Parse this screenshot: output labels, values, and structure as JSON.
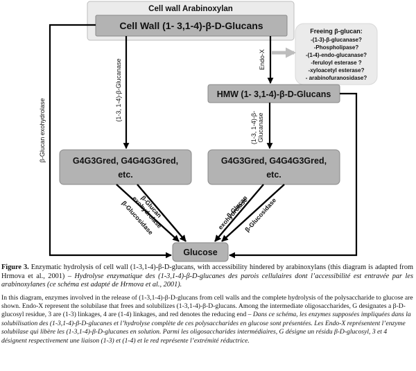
{
  "diagram": {
    "outer_title": "Cell wall Arabinoxylan",
    "top_box": "Cell Wall (1- 3,1-4)-β-D-Glucans",
    "hmw_box": "HMW (1- 3,1-4)-β-D-Glucans",
    "left_oligo_line1": "G4G3Gred, G4G4G3Gred,",
    "left_oligo_line2": "etc.",
    "right_oligo_line1": "G4G3Gred, G4G4G3Gred,",
    "right_oligo_line2": "etc.",
    "glucose_box": "Glucose",
    "freeing": {
      "title": "Freeing β-glucan:",
      "items": [
        "-(1-3)-β-glucanase?",
        "-Phospholipase?",
        "-(1-4)-endo-glucanase?",
        "-feruloyl esterase ?",
        "-xyloacetyl esterase?",
        "- arabinofuranosidase?"
      ]
    },
    "labels": {
      "endo_x": "Endo-X",
      "beta_glucan_exohydrolase_left": "β-Glucan exohydrolase",
      "glucanase_left": "(1-3, 1-4)-β-Glucanase",
      "glucanase_right_line1": "(1-3, 1-4)-β-",
      "glucanase_right_line2": "Glucanase",
      "exohydrolase_mid_left_line1": "β-Glucan",
      "exohydrolase_mid_left_line2": "exohydrolase",
      "glucosidase_mid_left": "β-Glucosidase",
      "exohydrolase_mid_right_line1": "β-Glucan",
      "exohydrolase_mid_right_line2": "exohydrolase",
      "glucosidase_mid_right": "β-Glucosidase"
    }
  },
  "caption": {
    "figure_label": "Figure 3.",
    "figure_text": " Enzymatic hydrolysis of cell wall (1-3,1-4)-β-D-glucans, with accessibility hindered by arabinoxylans (this diagram is adapted from Hrmova et al., 2001) – ",
    "figure_text_fr": "Hydrolyse enzymatique des (1-3,1-4)-β-D-glucanes des parois cellulaires dont l’accessibilité est entravée par les arabinoxylanes (ce schéma est adapté de Hrmova et al., 2001).",
    "desc_en": "In this diagram, enzymes involved in the release of (1-3,1-4)-β-D-glucans from cell walls and the complete hydrolysis of the polysaccharide to glucose are shown. Endo-X represent the solubilase that frees and solubilizes (1-3,1-4)-β-D-glucans. Among the intermediate oligosaccharides, G designates a β-D-glucosyl residue, 3 are (1-3) linkages, 4 are (1-4) linkages, and red denotes the reducing end – ",
    "desc_fr": "Dans ce schéma, les enzymes supposées impliquées dans la solubilisation des (1-3,1-4)-β-D-glucanes et l’hydrolyse complète de ces polysaccharides en glucose sont présentées. Les Endo-X représentent l’enzyme solubilase qui libère les (1-3,1-4)-β-D-glucanes en solution. Parmi les oligosaccharides intermédiaires, G désigne un résidu β-D-glucosyl, 3 et 4 désignent respectivement une liaison (1-3) et (1-4) et le red représente l’extrémité réductrice."
  }
}
